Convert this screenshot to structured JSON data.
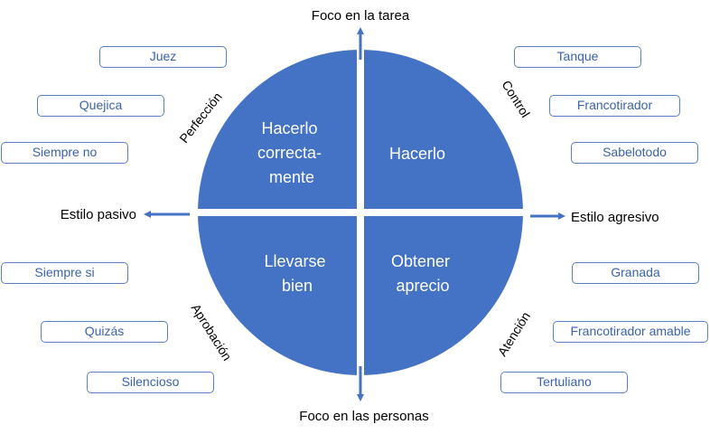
{
  "axes": {
    "top": "Foco en la tarea",
    "bottom": "Foco en las personas",
    "left": "Estilo pasivo",
    "right": "Estilo agresivo"
  },
  "quadrants": {
    "top_left": [
      "Hacerlo",
      "correcta-",
      "mente"
    ],
    "top_right": [
      "Hacerlo"
    ],
    "bottom_left": [
      "Llevarse",
      "bien"
    ],
    "bottom_right": [
      "Obtener",
      "aprecio"
    ]
  },
  "categories": {
    "top_left": "Perfección",
    "top_right": "Control",
    "bottom_left": "Aprobación",
    "bottom_right": "Atención"
  },
  "boxes": {
    "top_left": [
      "Juez",
      "Quejica",
      "Siempre no"
    ],
    "top_right": [
      "Tanque",
      "Francotirador",
      "Sabelotodo"
    ],
    "bottom_left": [
      "Siempre si",
      "Quizás",
      "Silencioso"
    ],
    "bottom_right": [
      "Granada",
      "Francotirador amable",
      "Tertuliano"
    ]
  },
  "colors": {
    "circle": "#4472c4",
    "arrow": "#4472c4",
    "box_border": "#5b7fc4",
    "box_text": "#3a62ad"
  }
}
